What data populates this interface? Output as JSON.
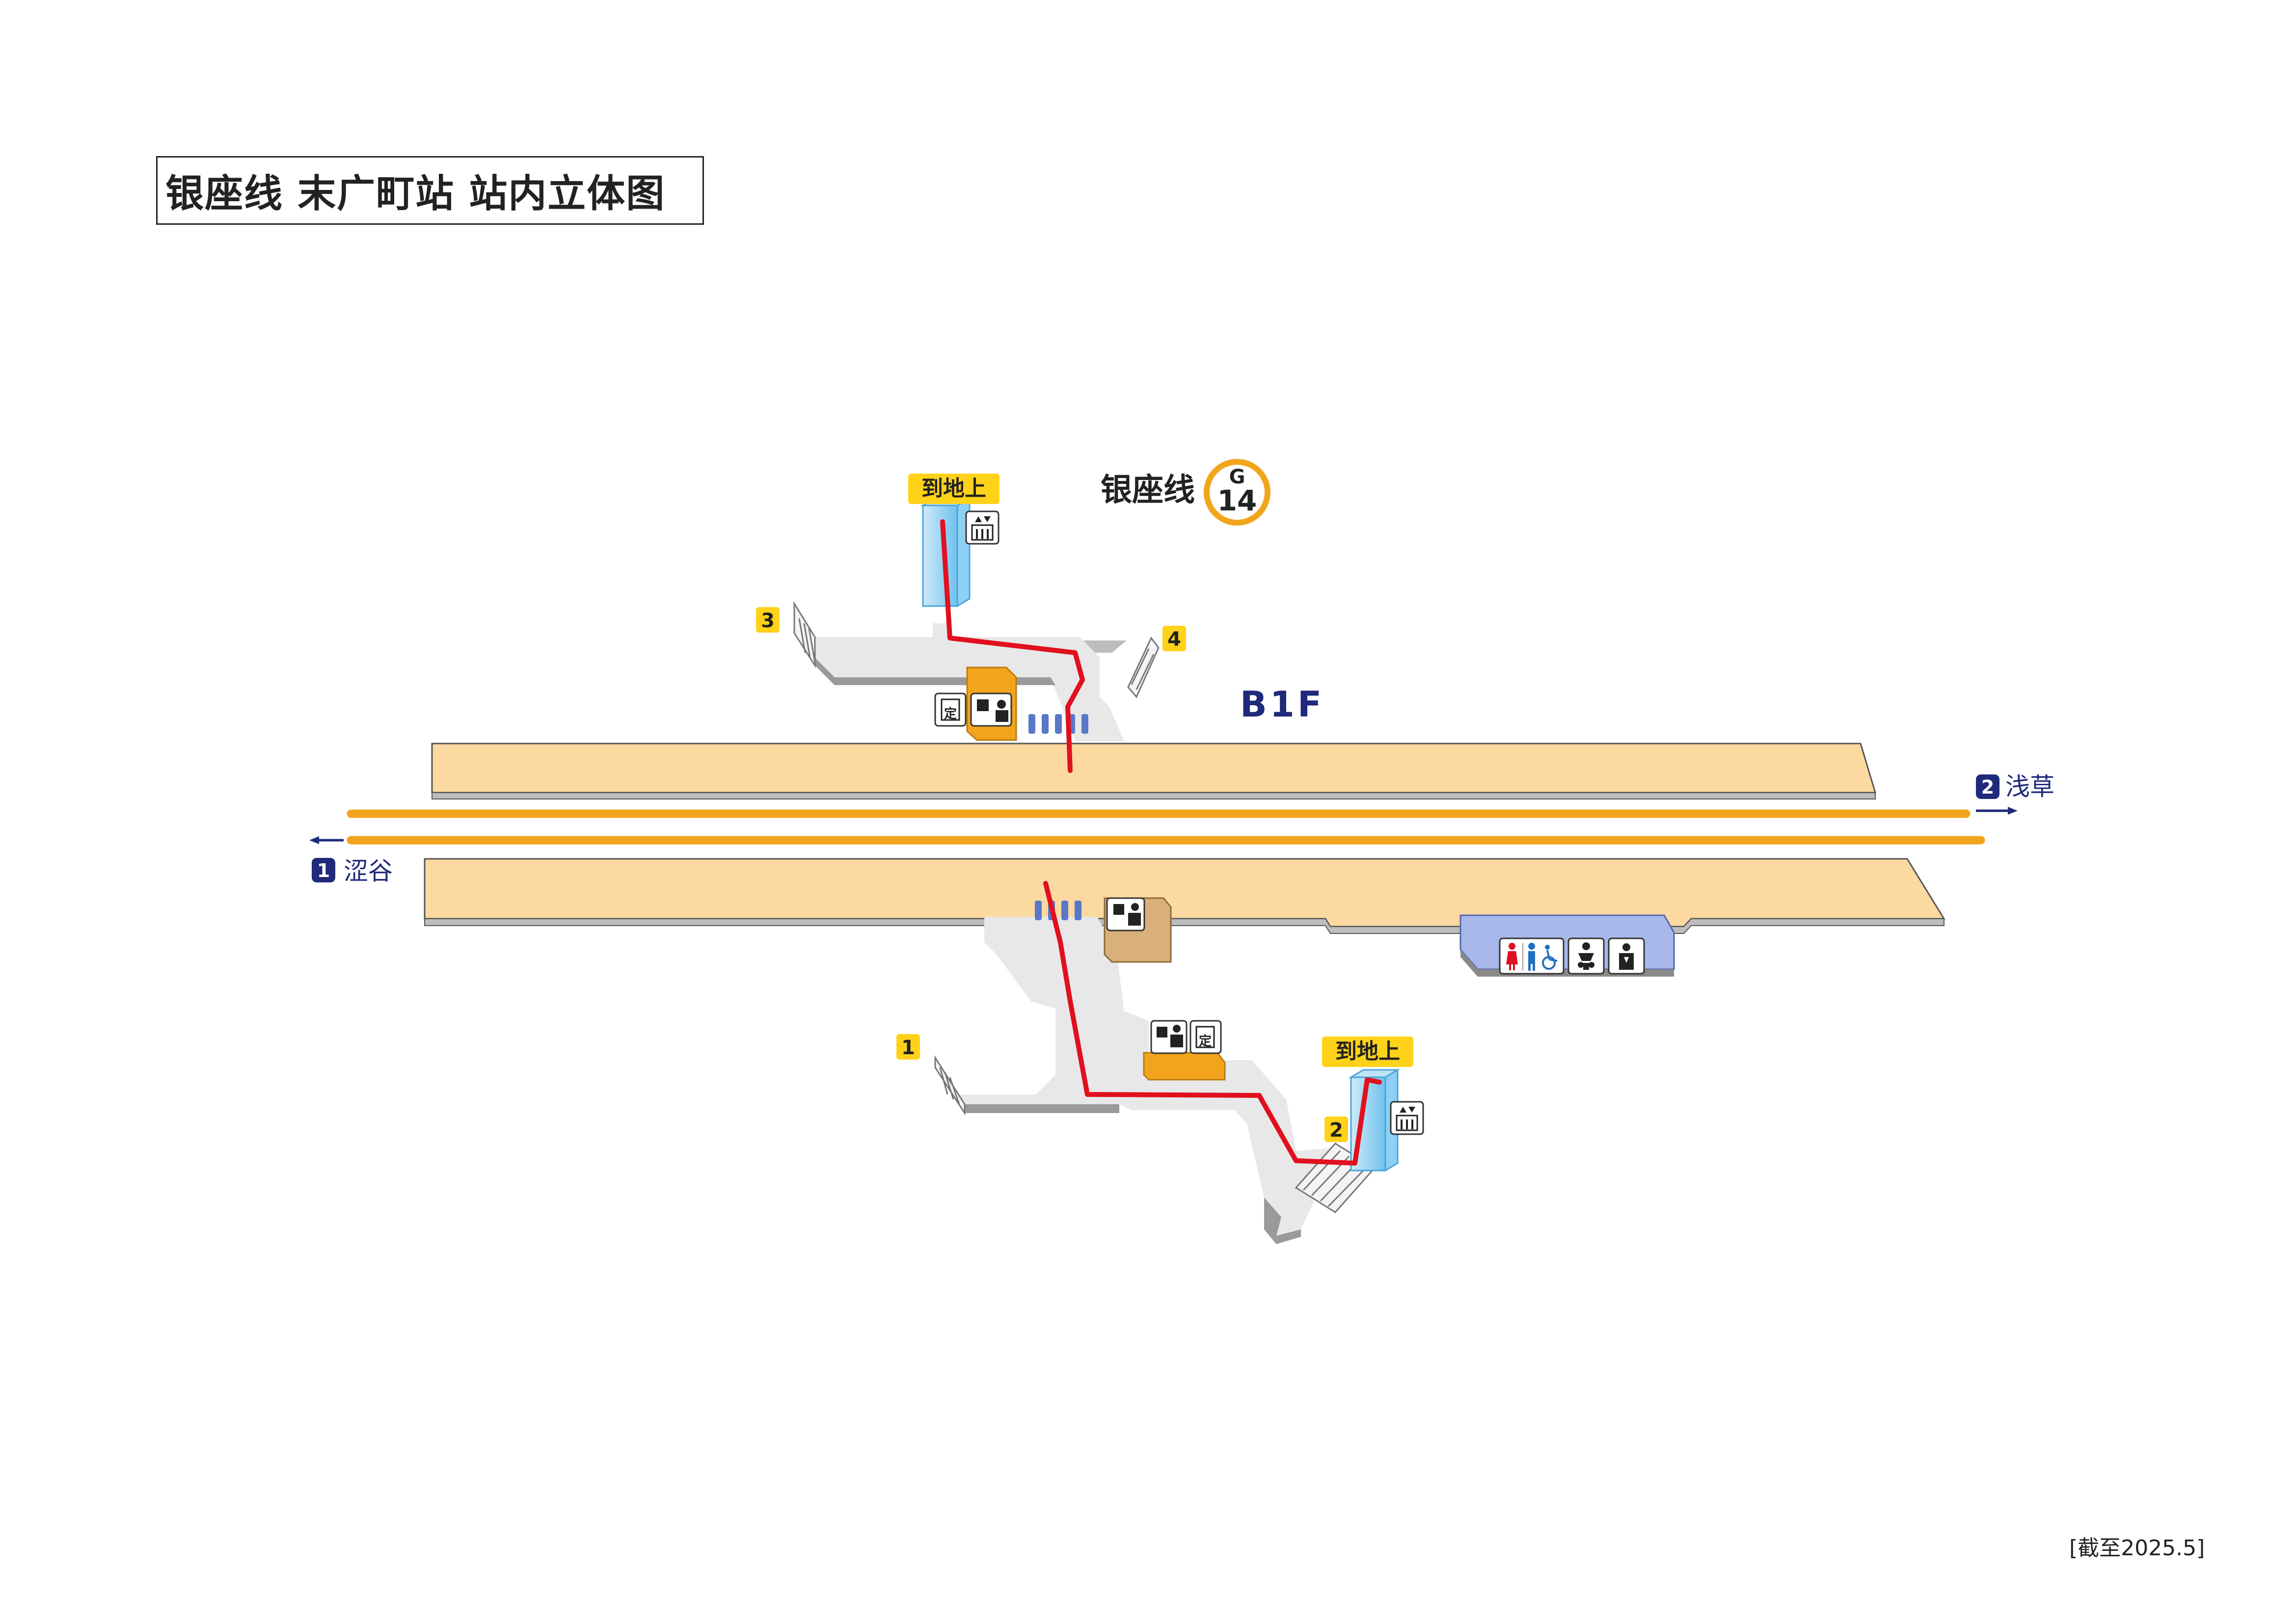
{
  "title": "银座线 末广町站 站内立体图",
  "floor_label": "B1F",
  "line": {
    "name": "银座线",
    "letter": "G",
    "number": "14",
    "color": "#f2a51c"
  },
  "directions": {
    "right": {
      "number": "2",
      "label": "浅草"
    },
    "left": {
      "number": "1",
      "label": "涩谷"
    }
  },
  "exits": {
    "e1": "1",
    "e2": "2",
    "e3": "3",
    "e4": "4"
  },
  "to_ground_labels": {
    "top": "到地上",
    "bottom": "到地上"
  },
  "footer_note": "[截至2025.5]",
  "icons": {
    "elevator": "elevator-icon",
    "ticket_machine": "ticket-machine-icon",
    "pass_office": "pass-office-icon",
    "fare_adjust": "fare-adjustment-icon",
    "restroom": "restroom-icon",
    "baby_care": "baby-care-icon",
    "multipurpose": "multipurpose-room-icon"
  },
  "colors": {
    "platform": "#fcd9a0",
    "track": "#f2a51c",
    "route": "#e0101e",
    "elevator": "#7cc7f0",
    "restroom_block": "#a8b8ea",
    "ticket_booth": "#f2a51c",
    "direction": "#1f2a7a"
  }
}
